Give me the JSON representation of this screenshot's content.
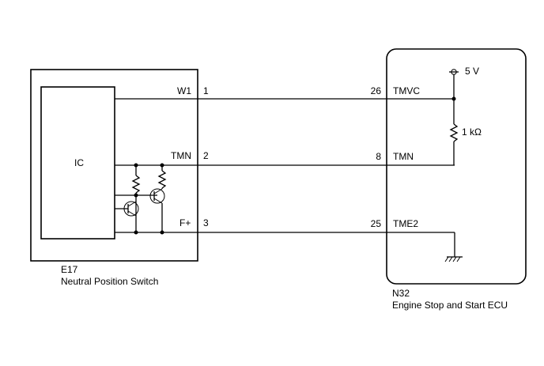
{
  "left_component": {
    "code": "E17",
    "name": "Neutral Position Switch",
    "ic_label": "IC"
  },
  "right_component": {
    "code": "N32",
    "name": "Engine Stop and Start ECU",
    "supply": "5 V",
    "resistor": "1 kΩ"
  },
  "circuits": [
    {
      "left_signal": "W1",
      "left_pin": "1",
      "right_pin": "26",
      "right_signal": "TMVC"
    },
    {
      "left_signal": "TMN",
      "left_pin": "2",
      "right_pin": "8",
      "right_signal": "TMN"
    },
    {
      "left_signal": "F+",
      "left_pin": "3",
      "right_pin": "25",
      "right_signal": "TME2"
    }
  ]
}
